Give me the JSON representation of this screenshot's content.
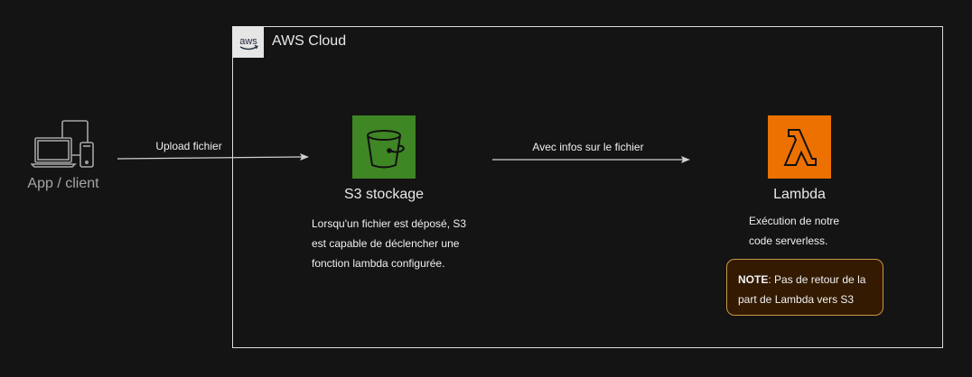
{
  "cloud": {
    "title": "AWS Cloud",
    "badge_icon": "aws-logo-icon"
  },
  "client": {
    "label": "App / client",
    "icon": "devices-icon"
  },
  "edges": {
    "upload_label": "Upload fichier",
    "infos_label": "Avec infos sur le fichier"
  },
  "s3": {
    "label": "S3 stockage",
    "icon": "bucket-icon",
    "color": "#3f8624",
    "description_lines": [
      "Lorsqu'un fichier est déposé, S3",
      "est capable de déclencher une",
      "fonction lambda configurée."
    ]
  },
  "lambda": {
    "label": "Lambda",
    "icon": "lambda-icon",
    "color": "#ed7100",
    "description_lines": [
      "Exécution de notre",
      "code serverless."
    ]
  },
  "note": {
    "bold": "NOTE",
    "text_line1": ": Pas de retour de la",
    "text_line2": "part de Lambda vers S3"
  }
}
